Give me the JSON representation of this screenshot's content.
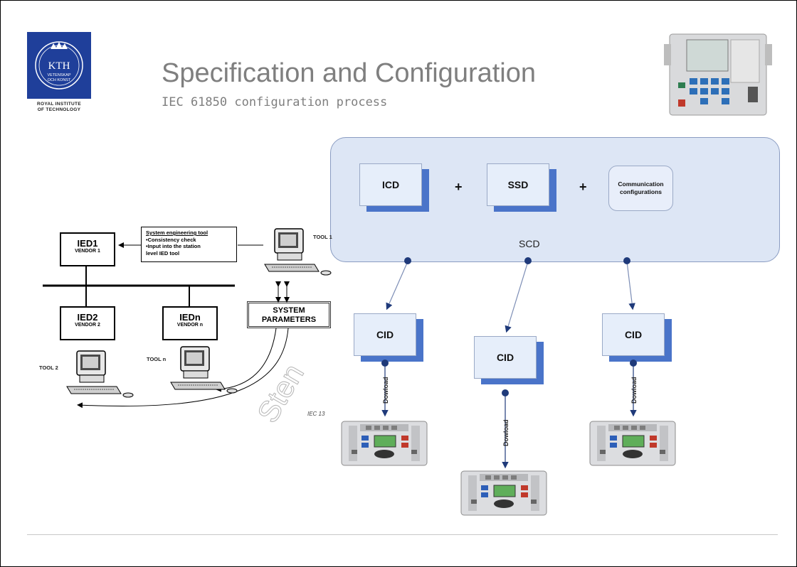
{
  "header": {
    "title": "Specification and Configuration",
    "subtitle": "IEC 61850 configuration process",
    "logo": {
      "text": "KTH",
      "line1": "VETENSKAP",
      "line2": "OCH KONST"
    },
    "logo_caption": [
      "ROYAL INSTITUTE",
      "OF TECHNOLOGY"
    ]
  },
  "scd_panel": {
    "label": "SCD",
    "icd": "ICD",
    "ssd": "SSD",
    "plus": "+",
    "comm": [
      "Communication",
      "configurations"
    ]
  },
  "cids": [
    {
      "label": "CID",
      "download": "Dowload"
    },
    {
      "label": "CID",
      "download": "Dowload"
    },
    {
      "label": "CID",
      "download": "Dowload"
    }
  ],
  "left_diagram": {
    "ied1": {
      "name": "IED1",
      "vendor": "VENDOR 1"
    },
    "ied2": {
      "name": "IED2",
      "vendor": "VENDOR 2"
    },
    "iedn": {
      "name": "IEDn",
      "vendor": "VENDOR n"
    },
    "set_tool": {
      "heading": "System engineering tool",
      "items": [
        "•Consistency check",
        "•Input into the station",
        " level IED tool"
      ]
    },
    "system_parameters": [
      "SYSTEM",
      "PARAMETERS"
    ],
    "tool1": "TOOL 1",
    "tool2": "TOOL 2",
    "tooln": "TOOL n",
    "iec_ref": "IEC   13",
    "watermark": "Sten"
  },
  "colors": {
    "accent_blue": "#4a74c9",
    "kth_blue": "#1f3f9a",
    "panel": "#dde6f5",
    "title_gray": "#7f7f7f"
  }
}
